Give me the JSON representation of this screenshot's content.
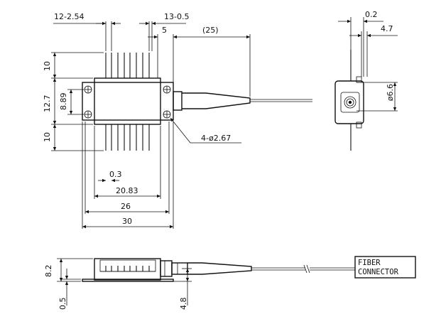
{
  "dimensions": {
    "pin_pitch": "12-2.54",
    "pin_width": "13-0.5",
    "pin_offset": "5",
    "fiber_length": "(25)",
    "top_lead_length": "10",
    "body_height": "12.7",
    "hole_spacing": "8.89",
    "bottom_lead_length": "10",
    "mount_holes": "4-ø2.67",
    "pin_gap": "0.3",
    "pin_span": "20.83",
    "body_width": "26",
    "flange_width": "30",
    "side_thickness": "0.2",
    "side_depth": "4.7",
    "nose_diameter": "ø6.6",
    "package_height": "8.2",
    "flange_thickness": "0.5",
    "fiber_axis_height": "4.8"
  },
  "fiber_connector_label": [
    "FIBER",
    "CONNECTOR"
  ]
}
